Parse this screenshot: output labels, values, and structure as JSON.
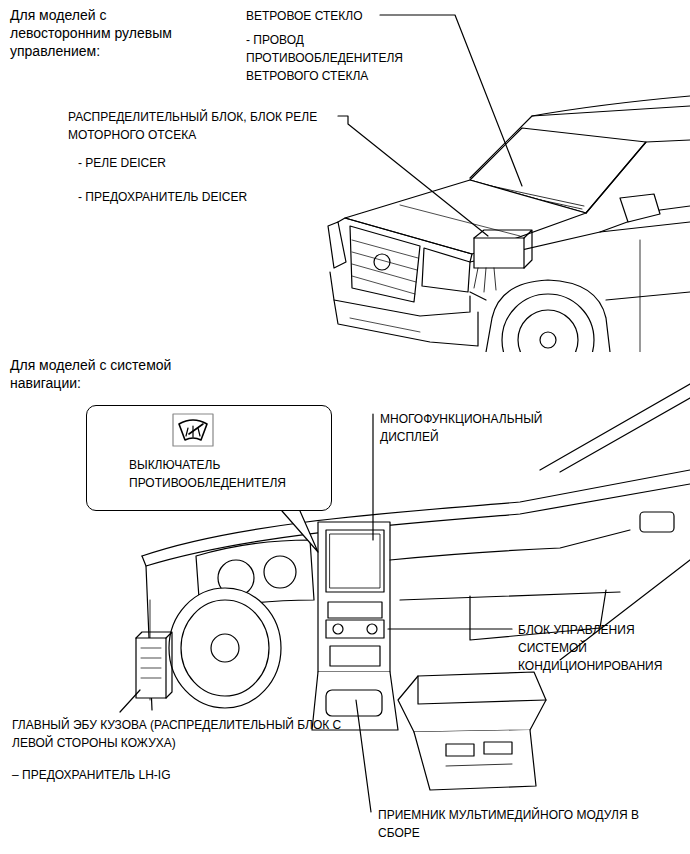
{
  "diagram": {
    "nodes": [
      {
        "text": [
          "ВЫКЛЮЧАТЕЛЬ ПРОТИВООБЛЕДЕНИТЕЛЯ"
        ]
      }
    ],
    "labels": [
      "Для моделей с левосторонним рулевым управлением:",
      "ВЕТРОВОЕ СТЕКЛО",
      "- ПРОВОД ПРОТИВООБЛЕДЕНИТЕЛЯ ВЕТРОВОГО СТЕКЛА",
      "РАСПРЕДЕЛИТЕЛЬНЫЙ БЛОК, БЛОК РЕЛЕ МОТОРНОГО ОТСЕКА",
      "- РЕЛЕ DEICER",
      "- ПРЕДОХРАНИТЕЛЬ DEICER",
      "Для моделей с системой навигации:",
      "МНОГОФУНКЦИОНАЛЬНЫЙ ДИСПЛЕЙ",
      "БЛОК УПРАВЛЕНИЯ СИСТЕМОЙ КОНДИЦИОНИРОВАНИЯ",
      "ГЛАВНЫЙ ЭБУ КУЗОВА (РАСПРЕДЕЛИТЕЛЬНЫЙ БЛОК С ЛЕВОЙ СТОРОНЫ КОЖУХА)",
      "– ПРЕДОХРАНИТЕЛЬ LH-IG",
      "ПРИЕМНИК МУЛЬТИМЕДИЙНОГО МОДУЛЯ В СБОРЕ"
    ]
  }
}
